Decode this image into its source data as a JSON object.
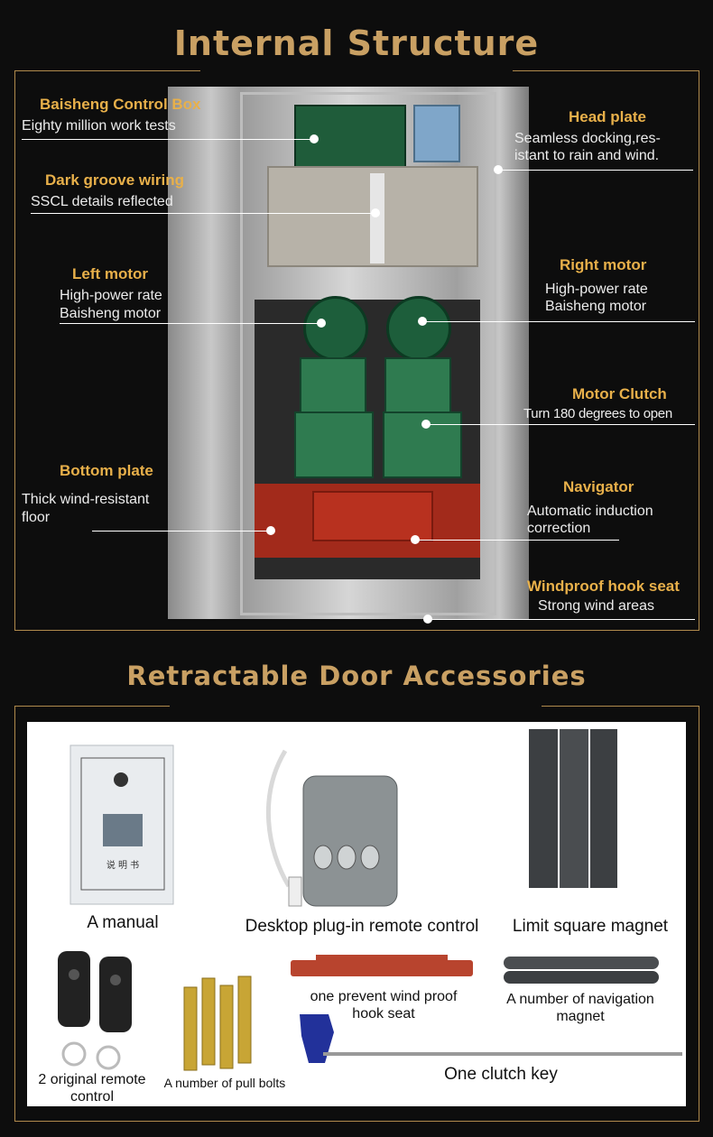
{
  "section1": {
    "title": "Internal Structure"
  },
  "section2": {
    "title": "Retractable Door Accessories"
  },
  "colors": {
    "gold": "#c9a063",
    "label_title": "#e8b04a",
    "background": "#0d0d0d"
  },
  "labels": {
    "control_box": {
      "title": "Baisheng Control Box",
      "sub": "Eighty million work tests"
    },
    "groove_wiring": {
      "title": "Dark groove wiring",
      "sub": "SSCL details reflected"
    },
    "left_motor": {
      "title": "Left motor",
      "sub1": "High-power rate",
      "sub2": "Baisheng motor"
    },
    "bottom_plate": {
      "title": "Bottom plate",
      "sub1": "Thick wind-resistant",
      "sub2": "floor"
    },
    "head_plate": {
      "title": "Head plate",
      "sub1": "Seamless docking,res-",
      "sub2": "istant to rain and wind."
    },
    "right_motor": {
      "title": "Right motor",
      "sub1": "High-power rate",
      "sub2": "Baisheng motor"
    },
    "motor_clutch": {
      "title": "Motor Clutch",
      "sub": "Turn 180 degrees to open"
    },
    "navigator": {
      "title": "Navigator",
      "sub1": "Automatic induction",
      "sub2": "correction"
    },
    "hook_seat": {
      "title": "Windproof hook seat",
      "sub": "Strong wind areas"
    }
  },
  "accessories": {
    "manual": "A manual",
    "manual_cover_text": "说 明 书",
    "desktop_remote": "Desktop plug-in remote control",
    "limit_magnet": "Limit square magnet",
    "remote_control_1": "2 original remote",
    "remote_control_2": "control",
    "pull_bolts": "A number of pull bolts",
    "hook_seat_1": "one prevent wind proof",
    "hook_seat_2": "hook seat",
    "nav_magnet_1": "A number of navigation",
    "nav_magnet_2": "magnet",
    "clutch_key": "One clutch key"
  }
}
